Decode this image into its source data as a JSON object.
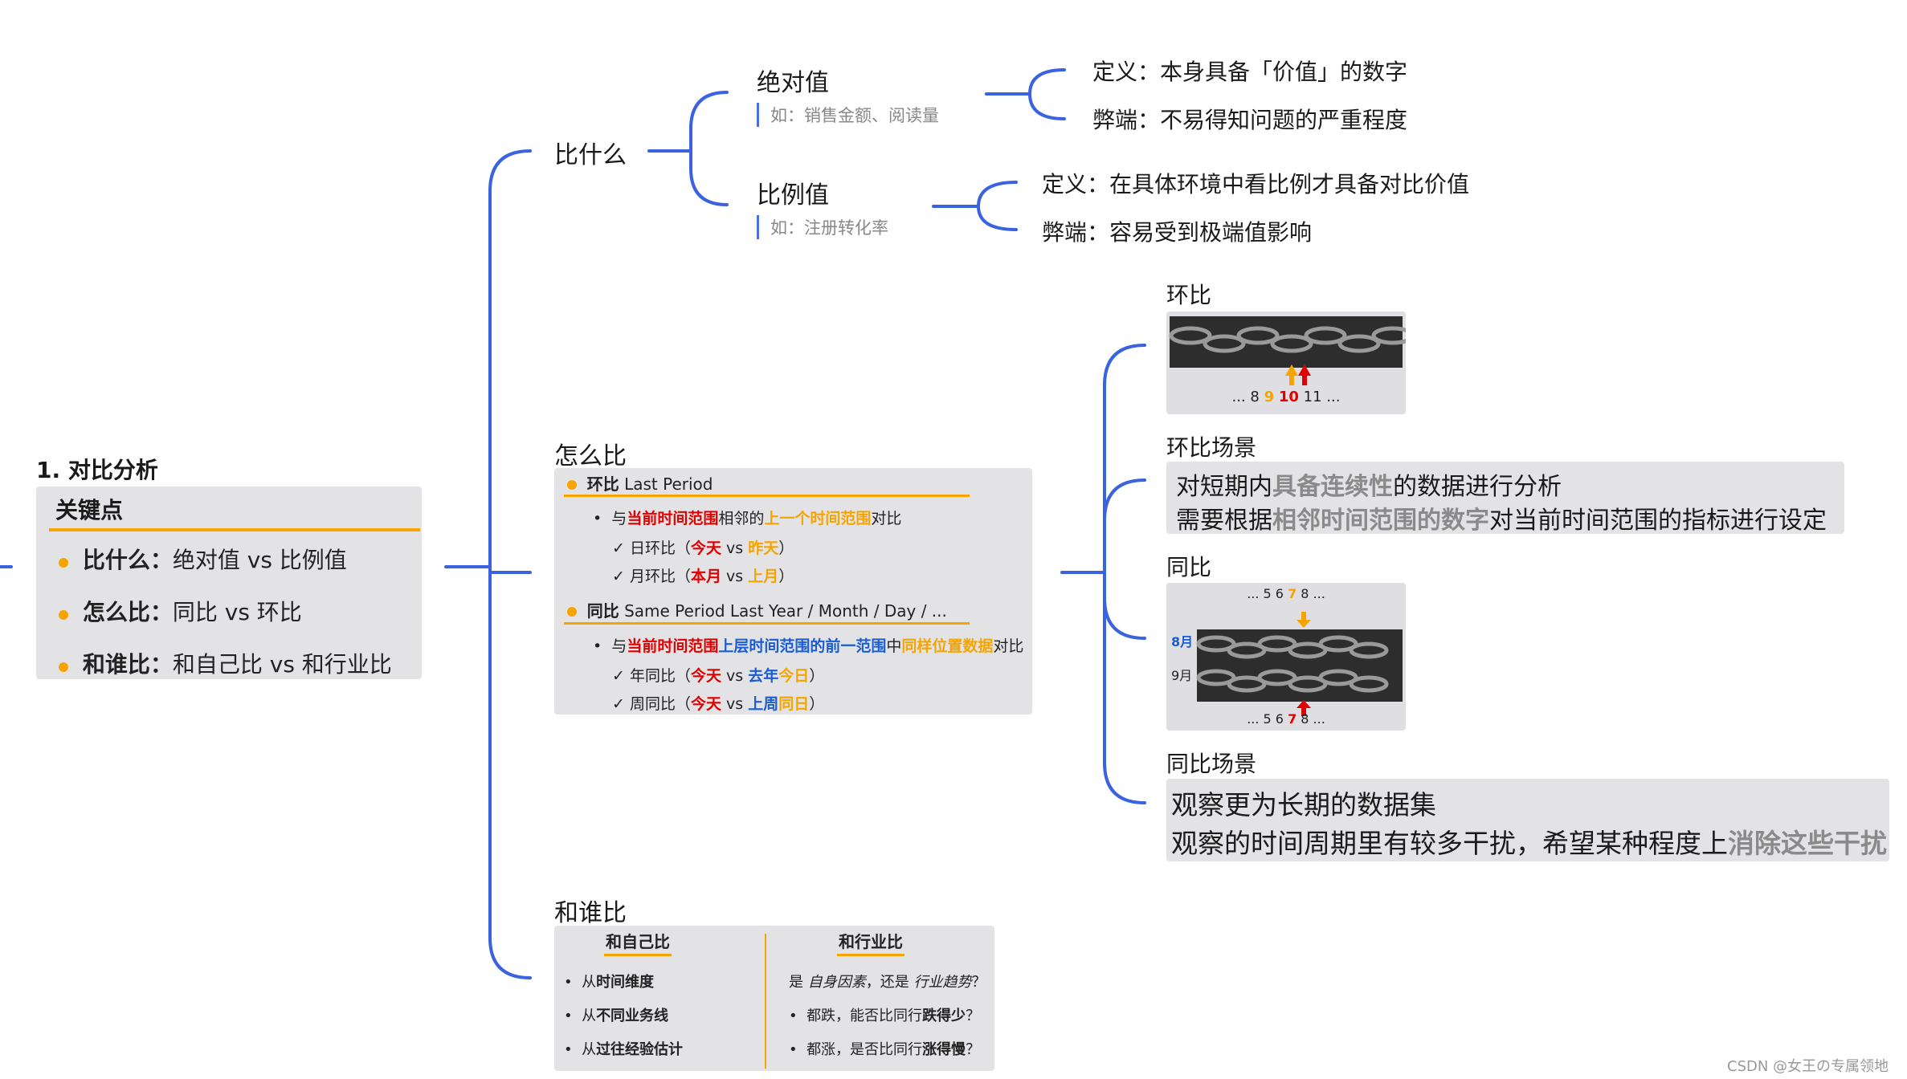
{
  "root": {
    "title": "1. 对比分析",
    "header": "关键点",
    "points": [
      {
        "key": "比什么",
        "sep": "：",
        "text": "绝对值 vs 比例值"
      },
      {
        "key": "怎么比",
        "sep": "：",
        "text": "同比 vs 环比"
      },
      {
        "key": "和谁比",
        "sep": "：",
        "text": "和自己比 vs 和行业比"
      }
    ]
  },
  "what": {
    "label": "比什么",
    "absolute": {
      "label": "绝对值",
      "example": "如：销售金额、阅读量",
      "definition": "定义：本身具备「价值」的数字",
      "drawback": "弊端：不易得知问题的严重程度"
    },
    "ratio": {
      "label": "比例值",
      "example": "如：注册转化率",
      "definition": "定义：在具体环境中看比例才具备对比价值",
      "drawback": "弊端：容易受到极端值影响"
    }
  },
  "how": {
    "label": "怎么比",
    "mom": {
      "title_bold": "环比",
      "title_en": "Last Period",
      "desc_pre": "与",
      "desc_red": "当前时间范围",
      "desc_mid": "相邻的",
      "desc_orange": "上一个时间范围",
      "desc_post": "对比",
      "items": [
        {
          "pre": "日环比（",
          "red": "今天",
          "vs": " vs ",
          "orange": "昨天",
          "post": "）"
        },
        {
          "pre": "月环比（",
          "red": "本月",
          "vs": " vs ",
          "orange": "上月",
          "post": "）"
        }
      ]
    },
    "yoy": {
      "title_bold": "同比",
      "title_en": "Same Period Last Year / Month / Day / ...",
      "desc_pre": "与",
      "desc_red": "当前时间范围",
      "desc_blue": "上层时间范围的前一范围",
      "desc_mid": "中",
      "desc_orange": "同样位置数据",
      "desc_post": "对比",
      "items": [
        {
          "pre": "年同比（",
          "red": "今天",
          "vs": " vs ",
          "blue": "去年",
          "orange": "今日",
          "post": "）"
        },
        {
          "pre": "周同比（",
          "red": "今天",
          "vs": " vs ",
          "blue": "上周",
          "orange": "同日",
          "post": "）"
        }
      ]
    }
  },
  "who": {
    "label": "和谁比",
    "self": {
      "header": "和自己比",
      "items": [
        {
          "pre": "从",
          "bold": "时间维度"
        },
        {
          "pre": "从",
          "bold": "不同业务线"
        },
        {
          "pre": "从",
          "bold": "过往经验估计"
        }
      ]
    },
    "industry": {
      "header": "和行业比",
      "items": [
        {
          "pre": "是 ",
          "it1": "自身因素",
          "mid": "，还是 ",
          "it2": "行业趋势",
          "post": "？"
        },
        {
          "pre": "都跌，能否比同行",
          "bold": "跌得少",
          "post": "？"
        },
        {
          "pre": "都涨，是否比同行",
          "bold": "涨得慢",
          "post": "？"
        }
      ]
    }
  },
  "mom_chart": {
    "label": "环比",
    "seq_pre": "... 8 ",
    "seq_orange": "9",
    "seq_red": "10",
    "seq_post": " 11 ..."
  },
  "mom_scene": {
    "label": "环比场景",
    "line1_pre": "对短期内",
    "line1_bold": "具备连续性",
    "line1_post": "的数据进行分析",
    "line2_pre": "需要根据",
    "line2_bold": "相邻时间范围的数字",
    "line2_post": "对当前时间范围的指标进行设定"
  },
  "yoy_chart": {
    "label": "同比",
    "top_pre": "... 5 6 ",
    "top_orange": "7",
    "top_post": " 8 ...",
    "row1": "8月",
    "row2": "9月",
    "bottom_pre": "... 5 6 ",
    "bottom_red": "7",
    "bottom_post": " 8 ..."
  },
  "yoy_scene": {
    "label": "同比场景",
    "line1": "观察更为长期的数据集",
    "line2_pre": "观察的时间周期里有较多干扰，希望某种程度上",
    "line2_bold": "消除这些干扰"
  },
  "watermark": "CSDN @女王の专属领地",
  "colors": {
    "line": "#3b63e0",
    "accent": "#f5a400",
    "red": "#e00000",
    "blue": "#1a5cd6",
    "panel": "#e3e3e6"
  }
}
